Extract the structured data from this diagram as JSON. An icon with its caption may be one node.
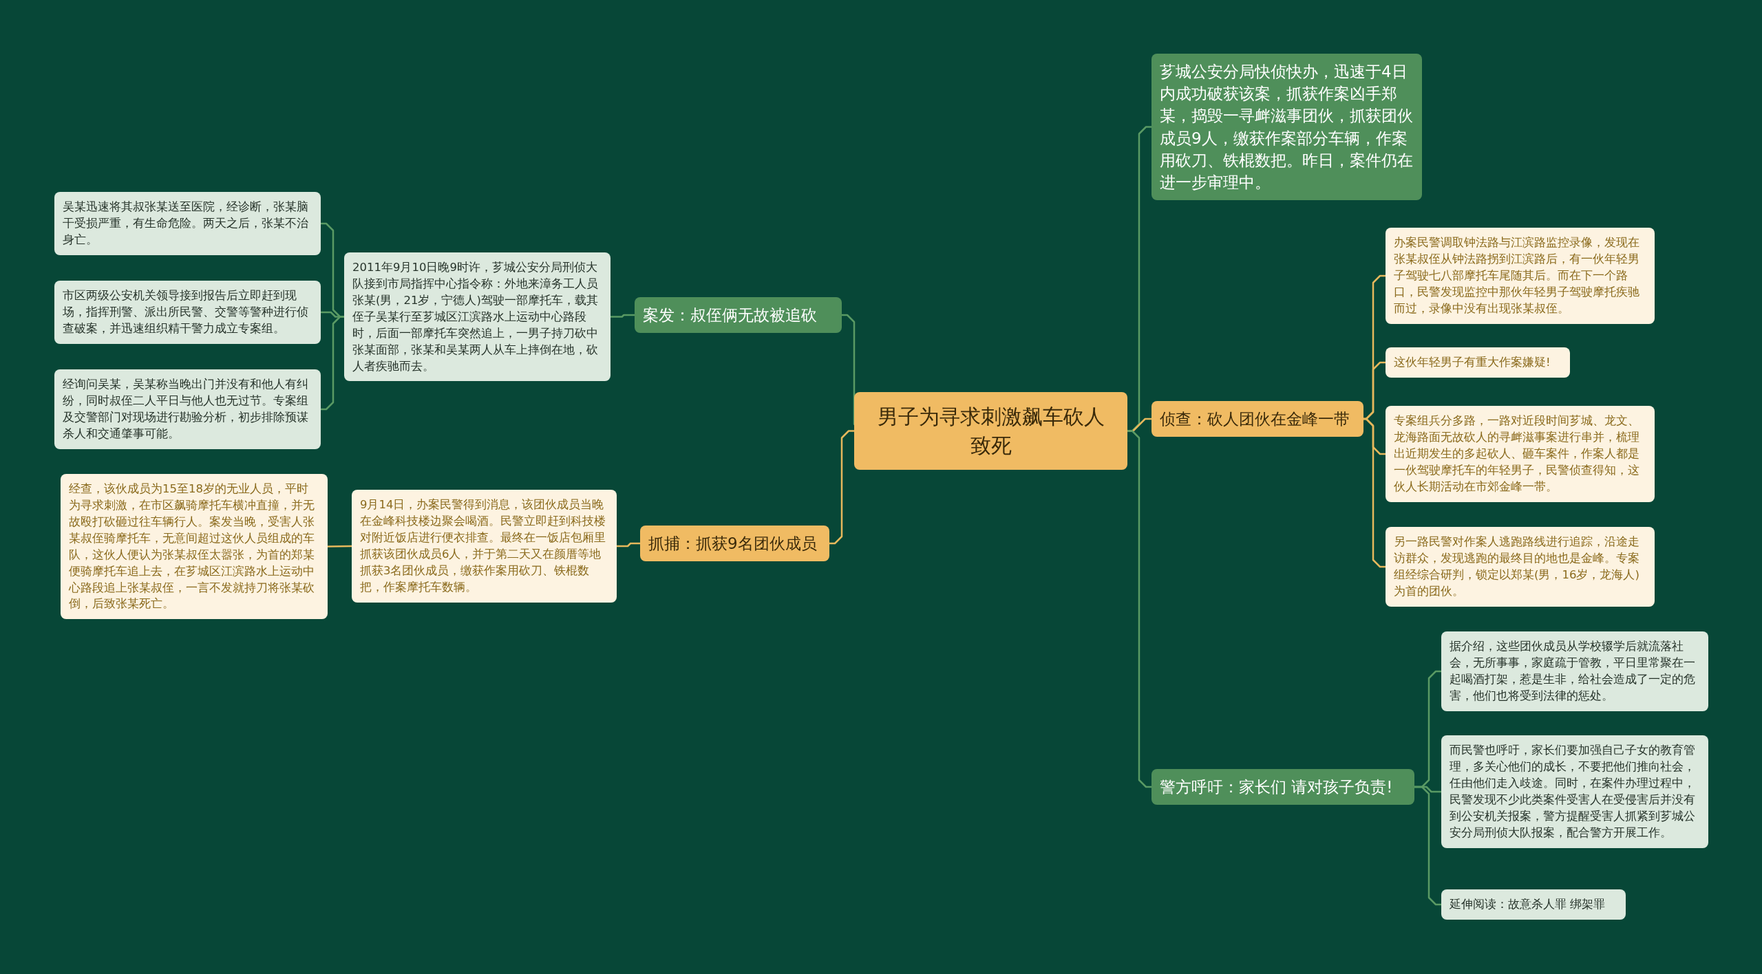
{
  "diagram": {
    "nodes": [
      {
        "text": [
          "男子为寻求刺激飙车砍人致死"
        ]
      },
      {
        "text": [
          "案发：叔侄俩无故被追砍"
        ]
      },
      {
        "text": [
          "2011年9月10日晚9时许，芗城公安分局刑侦大队接到市局指挥中心指令称：外地来漳务工人员张某(男，21岁，宁德人)驾驶一部摩托车，载其侄子吴某行至芗城区江滨路水上运动中心路段时，后面一部摩托车突然追上，一男子持刀砍中张某面部，张某和吴某两人从车上摔倒在地，砍人者疾驰而去。"
        ]
      },
      {
        "text": [
          "吴某迅速将其叔张某送至医院，经诊断，张某脑干受损严重，有生命危险。两天之后，张某不治身亡。"
        ]
      },
      {
        "text": [
          "市区两级公安机关领导接到报告后立即赶到现场，指挥刑警、派出所民警、交警等警种进行侦查破案，并迅速组织精干警力成立专案组。"
        ]
      },
      {
        "text": [
          "经询问吴某，吴某称当晚出门并没有和他人有纠纷，同时叔侄二人平日与他人也无过节。专案组及交警部门对现场进行勘验分析，初步排除预谋杀人和交通肇事可能。"
        ]
      },
      {
        "text": [
          "抓捕：抓获9名团伙成员"
        ]
      },
      {
        "text": [
          "9月14日，办案民警得到消息，该团伙成员当晚在金峰科技楼边聚会喝酒。民警立即赶到科技楼对附近饭店进行便衣排查。最终在一饭店包厢里抓获该团伙成员6人，并于第二天又在颜厝等地抓获3名团伙成员，缴获作案用砍刀、铁棍数把，作案摩托车数辆。"
        ]
      },
      {
        "text": [
          "经查，该伙成员为15至18岁的无业人员，平时为寻求刺激，在市区飙骑摩托车横冲直撞，并无故殴打砍砸过往车辆行人。案发当晚，受害人张某叔侄骑摩托车，无意间超过这伙人员组成的车队，这伙人便认为张某叔侄太嚣张，为首的郑某便骑摩托车追上去，在芗城区江滨路水上运动中心路段追上张某叔侄，一言不发就持刀将张某砍倒，后致张某死亡。"
        ]
      },
      {
        "text": [
          "芗城公安分局快侦快办，迅速于4日内成功破获该案，抓获作案凶手郑某，捣毁一寻衅滋事团伙，抓获团伙成员9人，缴获作案部分车辆，作案用砍刀、铁棍数把。昨日，案件仍在进一步审理中。"
        ]
      },
      {
        "text": [
          "侦查：砍人团伙在金峰一带"
        ]
      },
      {
        "text": [
          "办案民警调取钟法路与江滨路监控录像，发现在张某叔侄从钟法路拐到江滨路后，有一伙年轻男子驾驶七八部摩托车尾随其后。而在下一个路口，民警发现监控中那伙年轻男子驾驶摩托疾驰而过，录像中没有出现张某叔侄。"
        ]
      },
      {
        "text": [
          "这伙年轻男子有重大作案嫌疑!"
        ]
      },
      {
        "text": [
          "专案组兵分多路，一路对近段时间芗城、龙文、龙海路面无故砍人的寻衅滋事案进行串并，梳理出近期发生的多起砍人、砸车案件，作案人都是一伙驾驶摩托车的年轻男子，民警侦查得知，这伙人长期活动在市郊金峰一带。"
        ]
      },
      {
        "text": [
          "另一路民警对作案人逃跑路线进行追踪，沿途走访群众，发现逃跑的最终目的地也是金峰。专案组经综合研判，锁定以郑某(男，16岁，龙海人)为首的团伙。"
        ]
      },
      {
        "text": [
          "警方呼吁：家长们 请对孩子负责!"
        ]
      },
      {
        "text": [
          "据介绍，这些团伙成员从学校辍学后就流落社会，无所事事，家庭疏于管教，平日里常聚在一起喝酒打架，惹是生非，给社会造成了一定的危害，他们也将受到法律的惩处。"
        ]
      },
      {
        "text": [
          "而民警也呼吁，家长们要加强自己子女的教育管理，多关心他们的成长，不要把他们推向社会，任由他们走入歧途。同时，在案件办理过程中，民警发现不少此类案件受害人在受侵害后并没有到公安机关报案，警方提醒受害人抓紧到芗城公安分局刑侦大队报案，配合警方开展工作。"
        ]
      },
      {
        "text": [
          "延伸阅读：故意杀人罪  绑架罪"
        ]
      }
    ],
    "edges": [
      {
        "from": 0,
        "to": 1,
        "arrow": "none"
      },
      {
        "from": 1,
        "to": 2,
        "arrow": "none"
      },
      {
        "from": 2,
        "to": 3,
        "arrow": "none"
      },
      {
        "from": 2,
        "to": 4,
        "arrow": "none"
      },
      {
        "from": 2,
        "to": 5,
        "arrow": "none"
      },
      {
        "from": 0,
        "to": 6,
        "arrow": "none",
        "color": "#e6b85c"
      },
      {
        "from": 6,
        "to": 7,
        "arrow": "none",
        "color": "#e6b85c"
      },
      {
        "from": 7,
        "to": 8,
        "arrow": "none",
        "color": "#e6b85c"
      },
      {
        "from": 0,
        "to": 9,
        "arrow": "none"
      },
      {
        "from": 0,
        "to": 10,
        "arrow": "none",
        "color": "#e6b85c"
      },
      {
        "from": 10,
        "to": 11,
        "arrow": "none",
        "color": "#e6b85c"
      },
      {
        "from": 10,
        "to": 12,
        "arrow": "none",
        "color": "#e6b85c"
      },
      {
        "from": 10,
        "to": 13,
        "arrow": "none",
        "color": "#e6b85c"
      },
      {
        "from": 10,
        "to": 14,
        "arrow": "none",
        "color": "#e6b85c"
      },
      {
        "from": 0,
        "to": 15,
        "arrow": "none"
      },
      {
        "from": 15,
        "to": 16,
        "arrow": "none"
      },
      {
        "from": 15,
        "to": 17,
        "arrow": "none"
      },
      {
        "from": 15,
        "to": 18,
        "arrow": "none"
      }
    ]
  }
}
